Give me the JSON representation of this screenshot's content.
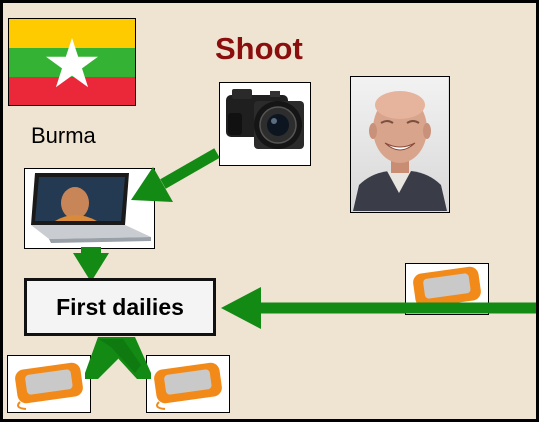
{
  "slide": {
    "title": "Shoot",
    "country_label": "Burma",
    "process_box_label": "First dailies"
  },
  "icons": {
    "flag": "myanmar-flag-icon",
    "camera": "mirrorless-camera-icon",
    "portrait": "person-portrait",
    "laptop": "laptop-icon",
    "drive": "rugged-external-drive-icon"
  },
  "colors": {
    "background": "#efe4d1",
    "title": "#8b0e0e",
    "arrow": "#138a13",
    "drive_orange": "#f28a1a",
    "flag_yellow": "#fecb00",
    "flag_green": "#34b233",
    "flag_red": "#ea2839"
  }
}
